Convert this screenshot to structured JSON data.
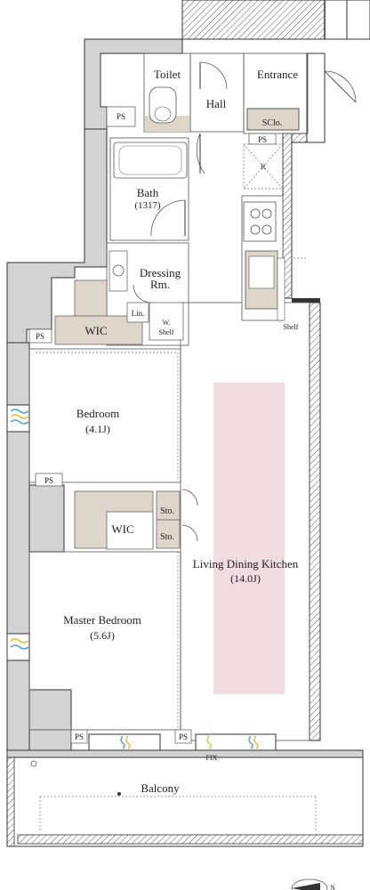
{
  "rooms": {
    "toilet": "Toilet",
    "hall": "Hall",
    "entrance": "Entrance",
    "shoe_closet": "SClo.",
    "bath": "Bath",
    "bath_size": "(1317)",
    "dressing": "Dressing",
    "dressing_2": "Rm.",
    "linen": "Lin.",
    "washer": "W.",
    "washer_2": "Shelf",
    "kitchen_shelf": "Shelf",
    "wic_upper": "WIC",
    "bedroom": "Bedroom",
    "bedroom_size": "(4.1J)",
    "wic_lower": "WIC",
    "storage_1": "Sto.",
    "storage_2": "Sto.",
    "ldk": "Living Dining Kitchen",
    "ldk_size": "(14.0J)",
    "master_bedroom": "Master Bedroom",
    "master_bedroom_size": "(5.6J)",
    "balcony": "Balcony",
    "fix": "FIX",
    "refrigerator": "R"
  },
  "pipe_spaces": [
    "PS",
    "PS",
    "PS",
    "PS",
    "PS",
    "PS"
  ],
  "compass": {
    "label": "N"
  },
  "colors": {
    "wall_fill": "#d3d3d3",
    "wall_stroke": "#333333",
    "storage_fill": "#ddd6c9",
    "ldk_highlight": "#f1dcdf",
    "exterior_wall": "#b5b5b5",
    "window_blue": "#5aa3d6",
    "window_yellow": "#e0c23c"
  }
}
